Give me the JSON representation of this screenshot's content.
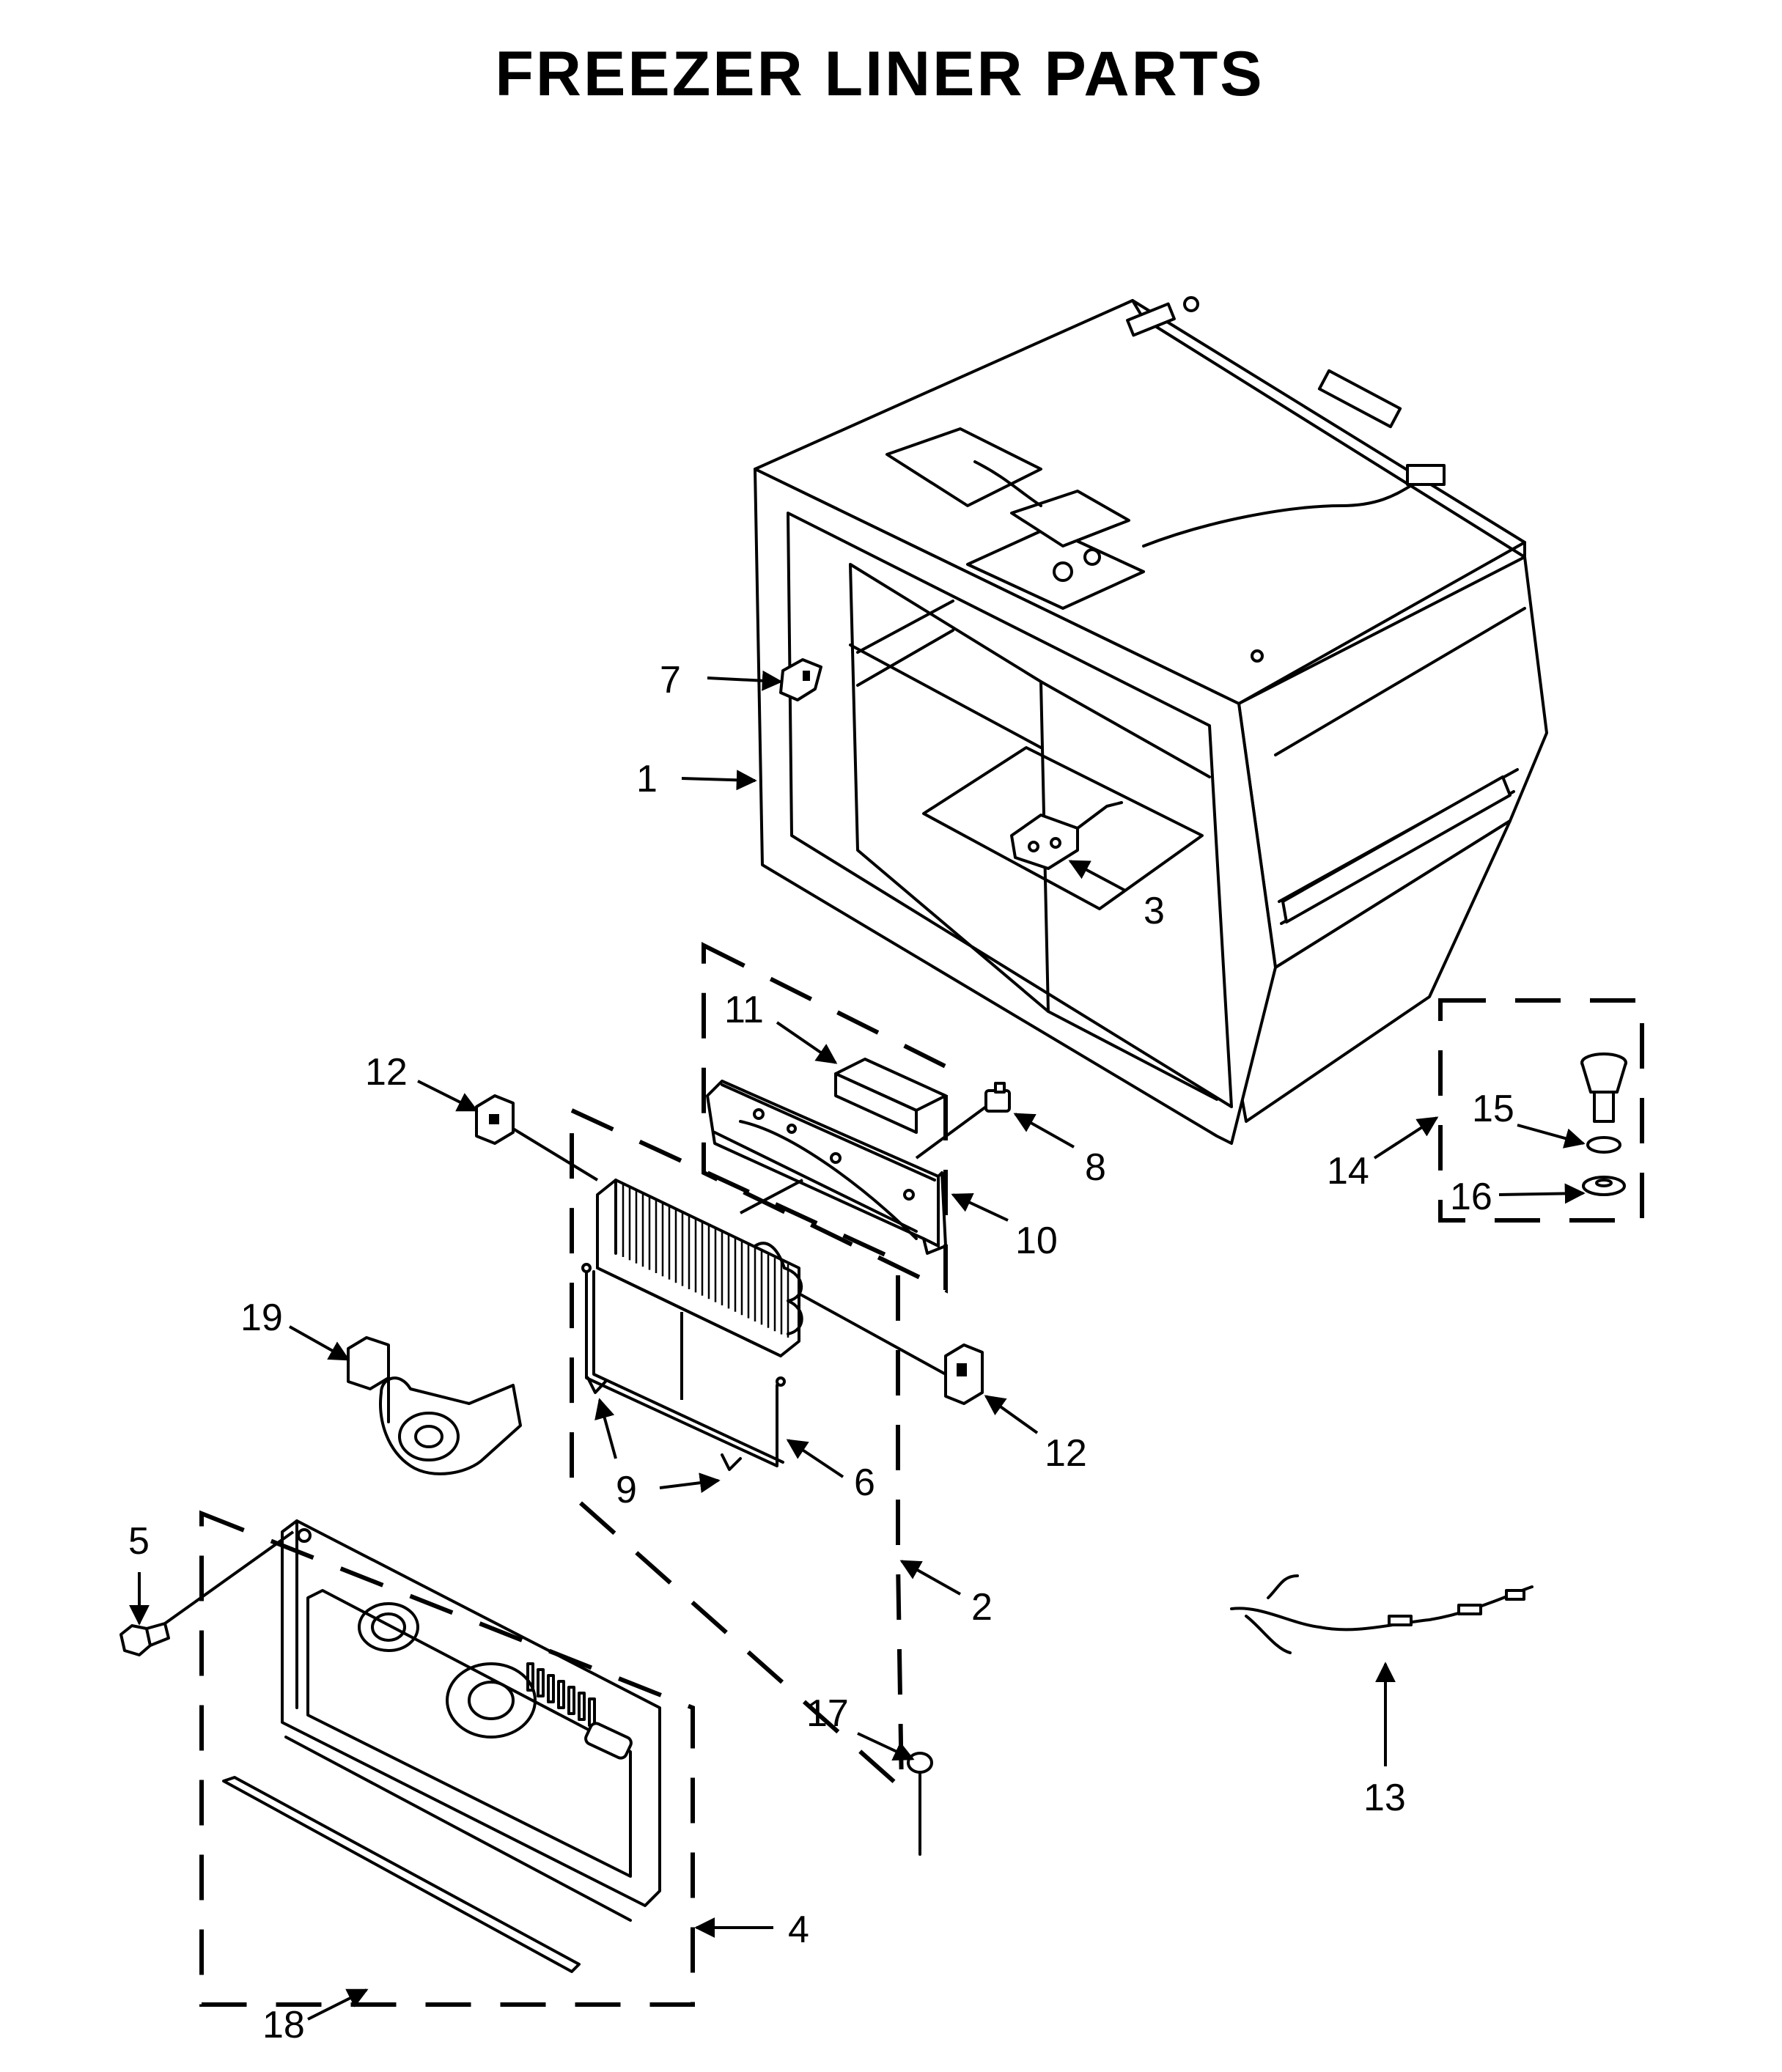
{
  "title": "FREEZER LINER PARTS",
  "callouts": {
    "c1": "1",
    "c2": "2",
    "c3": "3",
    "c4": "4",
    "c5": "5",
    "c6": "6",
    "c7": "7",
    "c8": "8",
    "c9": "9",
    "c10": "10",
    "c11": "11",
    "c12a": "12",
    "c12b": "12",
    "c13": "13",
    "c14": "14",
    "c15": "15",
    "c16": "16",
    "c17": "17",
    "c18": "18",
    "c19": "19"
  }
}
